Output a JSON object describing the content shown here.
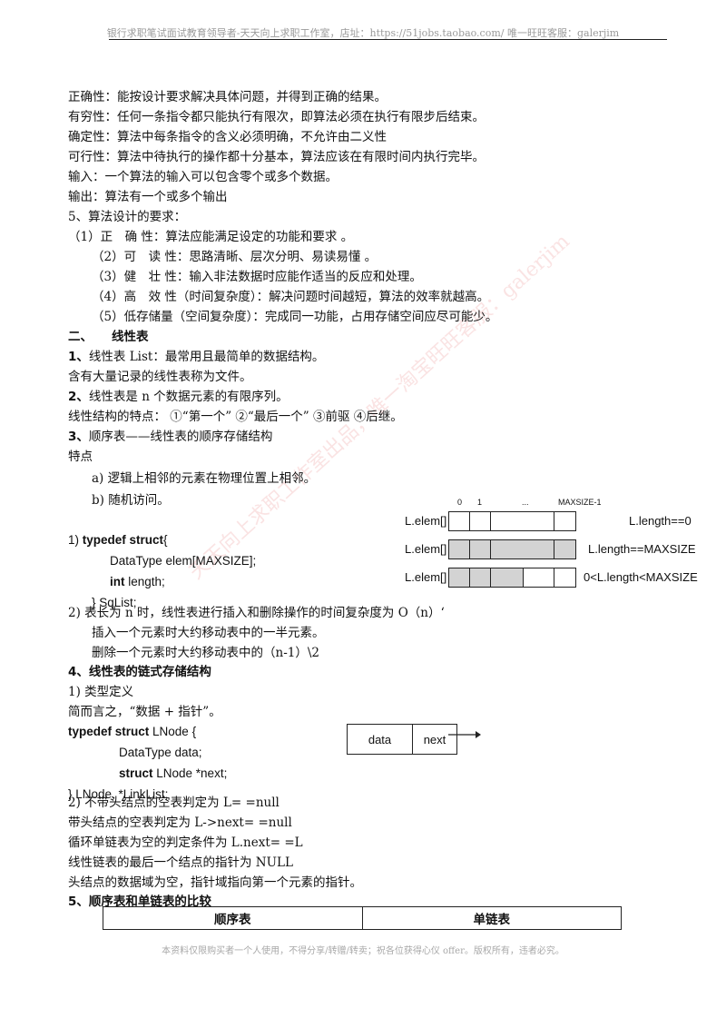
{
  "header": {
    "text": "银行求职笔试面试教育领导者-天天向上求职工作室，店址：https://51jobs.taobao.com/ 唯一旺旺客服：galerjim"
  },
  "watermark": "天天向上求职工作室出品，唯一淘宝旺旺客服：galerjim",
  "lines": {
    "l1": "正确性：能按设计要求解决具体问题，并得到正确的结果。",
    "l2": "有穷性：任何一条指令都只能执行有限次，即算法必须在执行有限步后结束。",
    "l3": "确定性：算法中每条指令的含义必须明确，不允许由二义性",
    "l4": "可行性：算法中待执行的操作都十分基本，算法应该在有限时间内执行完毕。",
    "l5": "输入：一个算法的输入可以包含零个或多个数据。",
    "l6": "输出：算法有一个或多个输出",
    "l7": "5、算法设计的要求：",
    "l8": "（1）正　确  性：算法应能满足设定的功能和要求  。",
    "l9": "（2）可　读  性：思路清晰、层次分明、易读易懂  。",
    "l10": "（3）健　壮  性：输入非法数据时应能作适当的反应和处理。",
    "l11": "（4）高　效  性（时间复杂度）：解决问题时间越短，算法的效率就越高。",
    "l12": "（5）低存储量（空间复杂度）：完成同一功能，占用存储空间应尽可能少。",
    "l13a": "二、",
    "l13b": "线性表",
    "l14a": "1、",
    "l14b": "线性表  List：最常用且最简单的数据结构。",
    "l15": "含有大量记录的线性表称为文件。",
    "l16a": "2、",
    "l16b": "线性表是 n 个数据元素的有限序列。",
    "l17": "线性结构的特点：  ①“第一个”  ②“最后一个”  ③前驱  ④后继。",
    "l18a": "3、",
    "l18b": "顺序表——线性表的顺序存储结构",
    "l19": "特点",
    "l20": "a)  逻辑上相邻的元素在物理位置上相邻。",
    "l21": "b)  随机访问。",
    "l22": "2)  表长为 n 时，线性表进行插入和删除操作的时间复杂度为 O（n）‘",
    "l23": "插入一个元素时大约移动表中的一半元素。",
    "l24": "删除一个元素时大约移动表中的（n-1）\\2",
    "l25a": "4、",
    "l25b": "线性表的链式存储结构",
    "l26": "1)  类型定义",
    "l27": "简而言之，“数据 + 指针”。",
    "l28": "2)  不带头结点的空表判定为  L= =null",
    "l29": "带头结点的空表判定为    L->next= =null",
    "l30": "循环单链表为空的判定条件为  L.next= =L",
    "l31": "线性链表的最后一个结点的指针为 NULL",
    "l32": "头结点的数据域为空，指针域指向第一个元素的指针。",
    "l33a": "5、",
    "l33b": "顺序表和单链表的比较"
  },
  "code1": {
    "c1a": "1)  ",
    "c1b": "typedef struct",
    "c1c": "{",
    "c2": "DataType elem[MAXSIZE];",
    "c3a": "int",
    "c3b": " length;",
    "c4": "} SqList;"
  },
  "code2": {
    "c1a": "typedef struct",
    "c1b": " LNode {",
    "c2": "DataType data;",
    "c3a": "struct",
    "c3b": " LNode *next;",
    "c4": "} LNode, *LinkList;"
  },
  "array_diagram": {
    "indices": [
      "0",
      "1",
      "...",
      "MAXSIZE-1"
    ],
    "row_label": "L.elem[]",
    "conditions": [
      "L.length==0",
      "L.length==MAXSIZE",
      "0<L.length<MAXSIZE"
    ]
  },
  "node_diagram": {
    "data": "data",
    "next": "next"
  },
  "table": {
    "col1": "顺序表",
    "col2": "单链表"
  },
  "footer": "本资料仅限购买者一个人使用，不得分享/转赠/转卖；祝各位获得心仪 offer。版权所有，违者必究。"
}
